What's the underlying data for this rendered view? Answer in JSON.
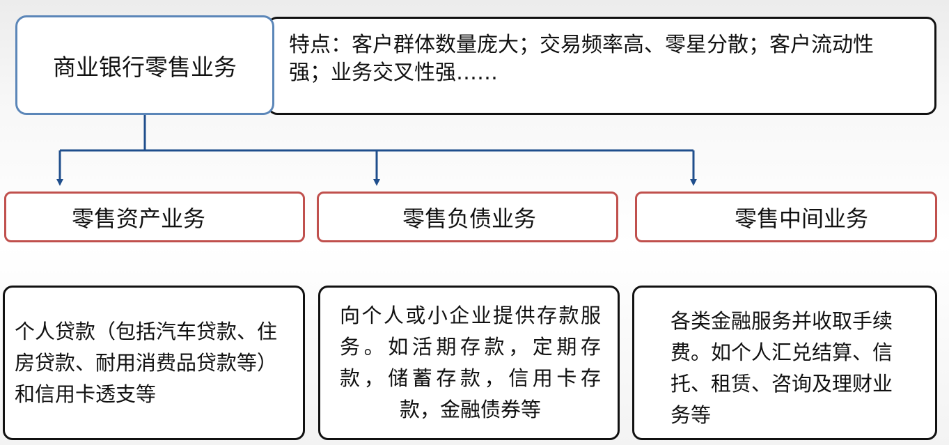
{
  "root": {
    "title": "商业银行零售业务",
    "features": "特点：客户群体数量庞大；交易频率高、零星分散；客户流动性强；业务交叉性强……"
  },
  "categories": [
    {
      "title": "零售资产业务",
      "description": "个人贷款（包括汽车贷款、住房贷款、耐用消费品贷款等）和信用卡透支等"
    },
    {
      "title": "零售负债业务",
      "description": "向个人或小企业提供存款服务。如活期存款，定期存款，储蓄存款，信用卡存款，金融债券等"
    },
    {
      "title": "零售中间业务",
      "description": "各类金融服务并收取手续费。如个人汇兑结算、信托、租赁、咨询及理财业务等"
    }
  ],
  "colors": {
    "root_border": "#5b86b8",
    "category_border": "#c0504d",
    "connector": "#1f4e8c",
    "text_box_border": "#111111"
  }
}
